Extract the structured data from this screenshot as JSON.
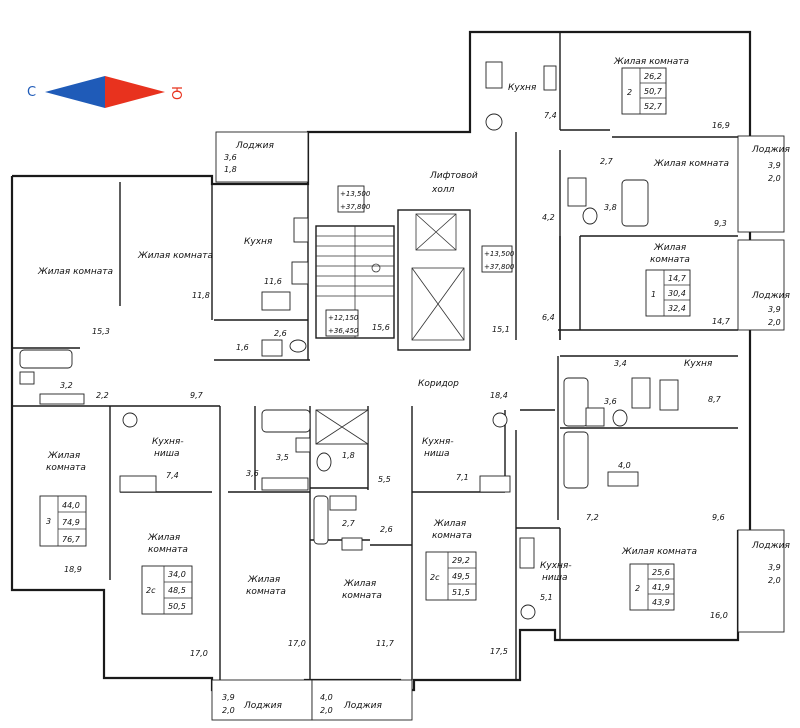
{
  "compass": {
    "north": "С",
    "south": "Ю",
    "north_color": "#1f5bb8",
    "south_color": "#e8321e"
  },
  "core": {
    "lift_hall": [
      "Лифтовой",
      "холл"
    ],
    "corridor": "Коридор",
    "level_1": [
      "+13,500",
      "+37,800"
    ],
    "level_2": [
      "+13,500",
      "+37,800"
    ],
    "level_3": [
      "+12,150",
      "+36,450"
    ],
    "stair_area": "15,6",
    "lift_area": "15,1",
    "corridor_area": "18,4"
  },
  "rooms": {
    "loggia": "Лоджия",
    "living": "Жилая комната",
    "living_1": "Жилая",
    "living_2": "комната",
    "kitchen": "Кухня",
    "niche_1": "Кухня-",
    "niche_2": "ниша"
  },
  "areas": {
    "a_3_6": "3,6",
    "a_1_8": "1,8",
    "a_15_3": "15,3",
    "a_11_8": "11,8",
    "a_11_6": "11,6",
    "a_2_6": "2,6",
    "a_1_6": "1,6",
    "a_3_2": "3,2",
    "a_2_2": "2,2",
    "a_9_7": "9,7",
    "a_18_9": "18,9",
    "a_7_4": "7,4",
    "a_17_0a": "17,0",
    "a_17_0b": "17,0",
    "a_3_6b": "3,6",
    "a_3_5": "3,5",
    "a_1_8b": "1,8",
    "a_5_5": "5,5",
    "a_2_7": "2,7",
    "a_2_6b": "2,6",
    "a_7_1": "7,1",
    "a_11_7": "11,7",
    "a_17_5": "17,5",
    "a_3_9a": "3,9",
    "a_2_0a": "2,0",
    "a_4_0": "4,0",
    "a_2_0b": "2,0",
    "a_7_4b": "7,4",
    "a_16_9": "16,9",
    "a_2_7b": "2,7",
    "a_4_2": "4,2",
    "a_3_8": "3,8",
    "a_9_3": "9,3",
    "a_6_4": "6,4",
    "a_14_7": "14,7",
    "a_3_4": "3,4",
    "a_3_6c": "3,6",
    "a_8_7": "8,7",
    "a_4_0b": "4,0",
    "a_7_2": "7,2",
    "a_9_6": "9,6",
    "a_5_1": "5,1",
    "a_16_0": "16,0",
    "a_3_9b": "3,9",
    "a_2_0c": "2,0",
    "a_3_9c": "3,9",
    "a_2_0d": "2,0",
    "a_3_9d": "3,9",
    "a_2_0e": "2,0"
  },
  "apartments": [
    {
      "rooms": "2",
      "values": [
        "26,2",
        "50,7",
        "52,7"
      ]
    },
    {
      "rooms": "1",
      "values": [
        "14,7",
        "30,4",
        "32,4"
      ]
    },
    {
      "rooms": "2",
      "values": [
        "25,6",
        "41,9",
        "43,9"
      ]
    },
    {
      "rooms": "3",
      "values": [
        "44,0",
        "74,9",
        "76,7"
      ]
    },
    {
      "rooms": "2с",
      "values": [
        "34,0",
        "48,5",
        "50,5"
      ]
    },
    {
      "rooms": "2с",
      "values": [
        "29,2",
        "49,5",
        "51,5"
      ]
    }
  ]
}
